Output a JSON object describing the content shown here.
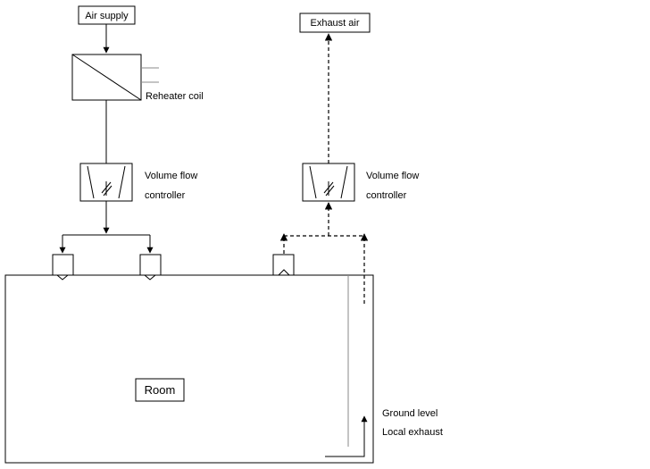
{
  "labels": {
    "air_supply": "Air supply",
    "exhaust_air": "Exhaust air",
    "reheater_coil": "Reheater coil",
    "vfc_supply_line1": "Volume flow",
    "vfc_supply_line2": "controller",
    "vfc_exhaust_line1": "Volume flow",
    "vfc_exhaust_line2": "controller",
    "room": "Room",
    "ground_level": "Ground level",
    "local_exhaust": "Local exhaust"
  }
}
